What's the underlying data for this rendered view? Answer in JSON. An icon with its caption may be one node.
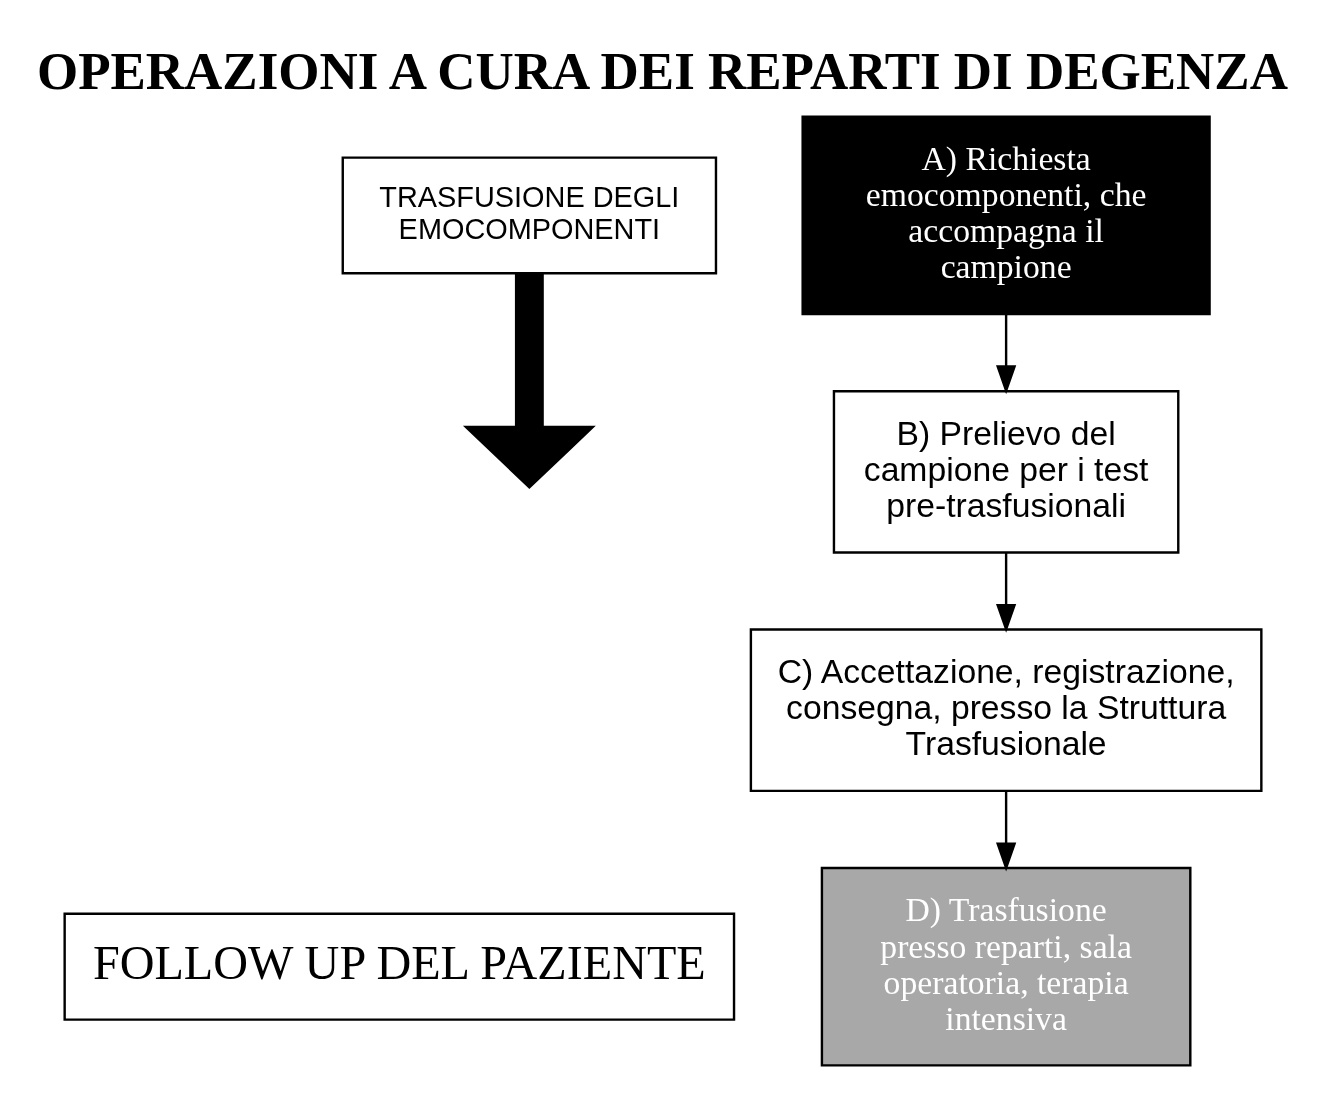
{
  "diagram": {
    "title": "OPERAZIONI A CURA DEI REPARTI DI DEGENZA",
    "nodes": [
      {
        "text": [
          "TRASFUSIONE DEGLI EMOCOMPONENTI"
        ]
      },
      {
        "text": [
          "A) Richiesta emocomponenti, che accompagna il campione"
        ]
      },
      {
        "text": [
          "B) Prelievo del campione per i test pre-trasfusionali"
        ]
      },
      {
        "text": [
          "C) Accettazione, registrazione, consegna, presso la Struttura Trasfusionale"
        ]
      },
      {
        "text": [
          "D) Trasfusione presso reparti, sala operatoria, terapia intensiva"
        ]
      },
      {
        "text": [
          "FOLLOW UP DEL PAZIENTE"
        ]
      }
    ],
    "edges": [
      {
        "from": 0,
        "to": null,
        "arrow": "to",
        "style": "thick"
      },
      {
        "from": 1,
        "to": 2,
        "arrow": "to"
      },
      {
        "from": 2,
        "to": 3,
        "arrow": "to"
      },
      {
        "from": 3,
        "to": 4,
        "arrow": "to"
      }
    ]
  }
}
